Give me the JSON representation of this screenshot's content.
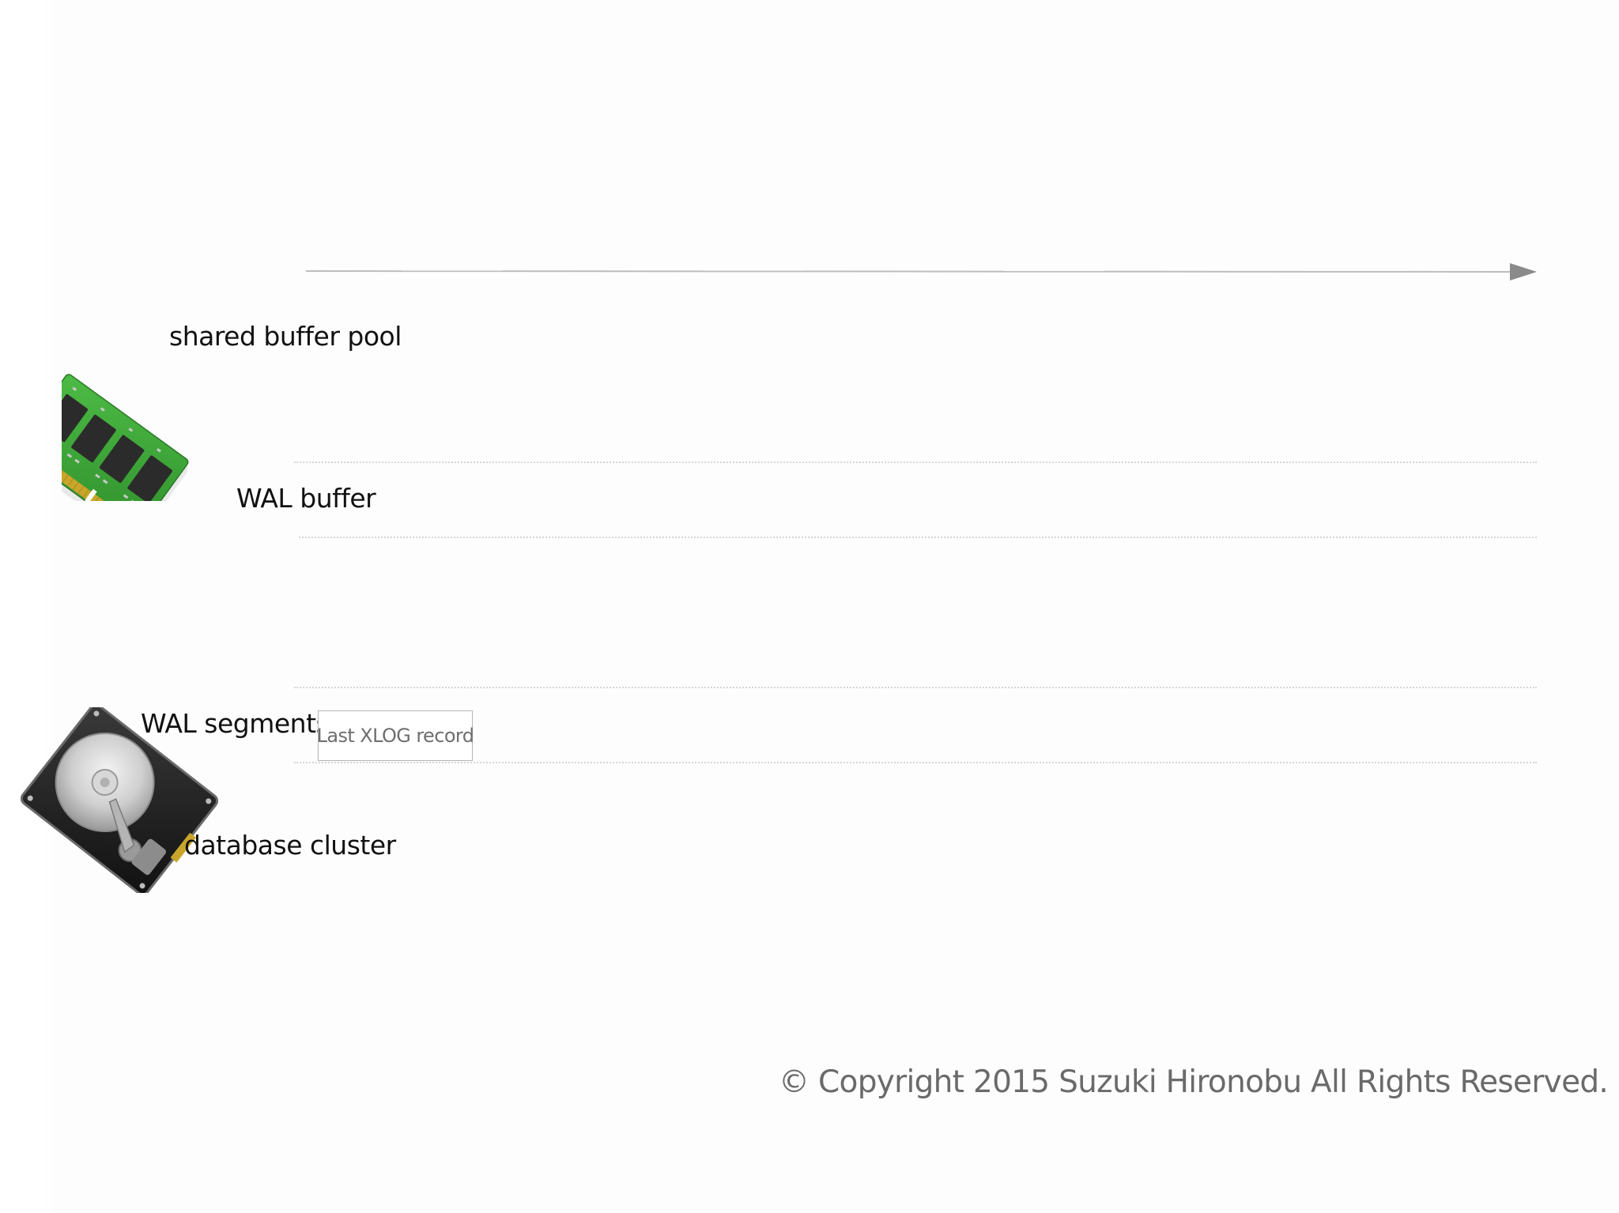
{
  "labels": {
    "shared_buffer_pool": "shared buffer pool",
    "wal_buffer": "WAL buffer",
    "wal_segments": "WAL segments",
    "database_cluster": "database cluster"
  },
  "last_xlog_record": "Last XLOG record",
  "copyright": "© Copyright 2015 Suzuki Hironobu All Rights Reserved.",
  "icons": {
    "memory": "memory-module-icon",
    "disk": "hard-disk-drive-icon"
  },
  "colors": {
    "timeline_arrow": "#8a8a8a",
    "divider": "#d6d6d6",
    "pcb_green": "#3aa535",
    "label_text": "#111111",
    "copyright_text": "#6a6a6a"
  }
}
